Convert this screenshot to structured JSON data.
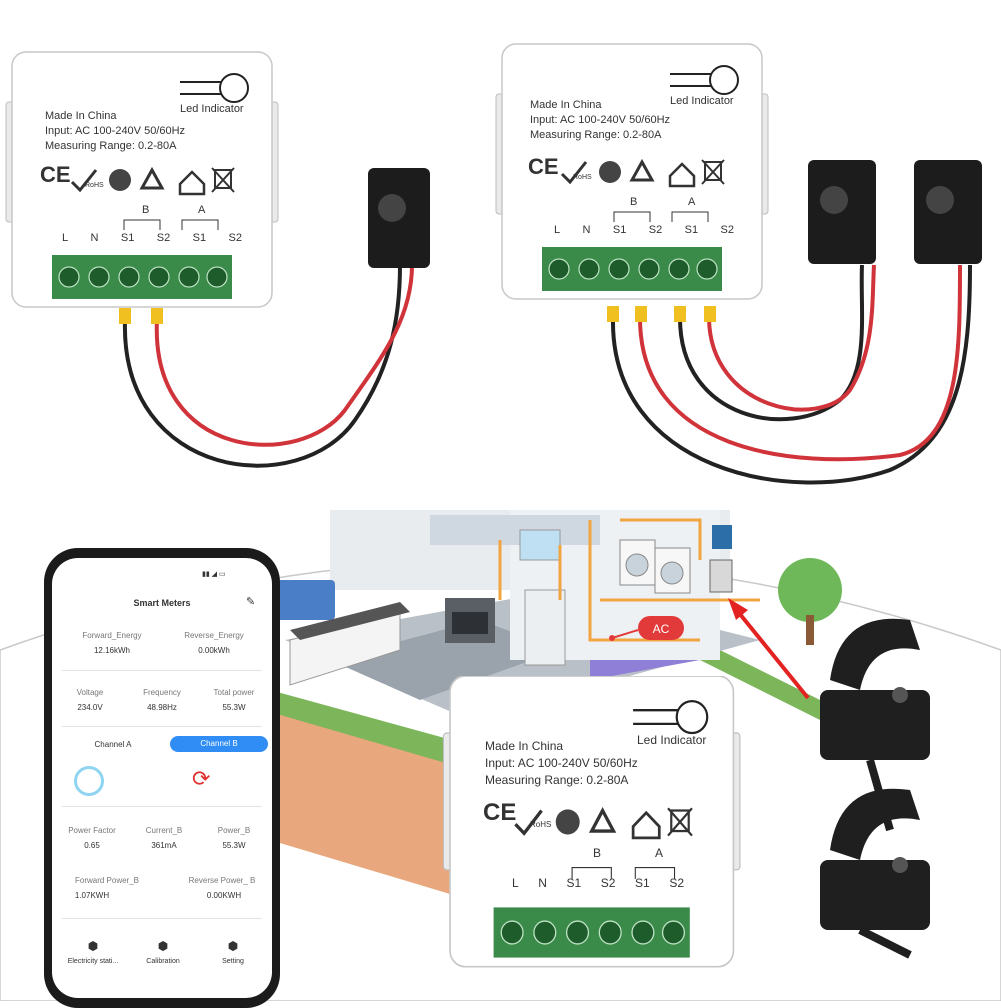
{
  "module": {
    "led_label": "Led Indicator",
    "made_in": "Made In China",
    "input": "Input: AC 100-240V 50/60Hz",
    "range": "Measuring Range: 0.2-80A",
    "marks": [
      "CE",
      "RoHS"
    ],
    "group_b": "B",
    "group_a": "A",
    "terminals": [
      "L",
      "N",
      "S1",
      "S2",
      "S1",
      "S2"
    ]
  },
  "scene": {
    "ac_label": "AC"
  },
  "phone": {
    "title": "Smart Meters",
    "forward_energy_label": "Forward_Energy",
    "forward_energy_value": "12.16kWh",
    "reverse_energy_label": "Reverse_Energy",
    "reverse_energy_value": "0.00kWh",
    "voltage_label": "Voltage",
    "voltage_value": "234.0V",
    "frequency_label": "Frequency",
    "frequency_value": "48.98Hz",
    "total_power_label": "Total power",
    "total_power_value": "55.3W",
    "channel_a": "Channel A",
    "channel_b": "Channel B",
    "power_factor_label": "Power Factor",
    "power_factor_value": "0.65",
    "current_label": "Current_B",
    "current_value": "361mA",
    "power_label": "Power_B",
    "power_value": "55.3W",
    "forward_power_label": "Forward Power_B",
    "forward_power_value": "1.07KWH",
    "reverse_power_label": "Reverse Power_ B",
    "reverse_power_value": "0.00KWH",
    "nav": [
      "Electricity stati...",
      "Calibration",
      "Setting"
    ]
  },
  "colors": {
    "terminal_green": "#3a8a4a",
    "wire_red": "#d0343a",
    "channel_blue": "#2f8df5",
    "accent_red": "#e03030"
  }
}
